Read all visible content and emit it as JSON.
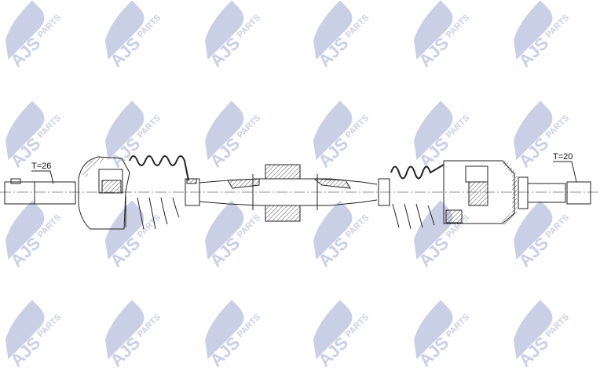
{
  "watermark": {
    "brand": "AJS",
    "sub": "PARTS",
    "color": "#c9d0e6"
  },
  "labels": {
    "left_spline": "T=26",
    "right_spline": "T=20"
  },
  "colors": {
    "line": "#222222",
    "hatch": "#555555"
  }
}
